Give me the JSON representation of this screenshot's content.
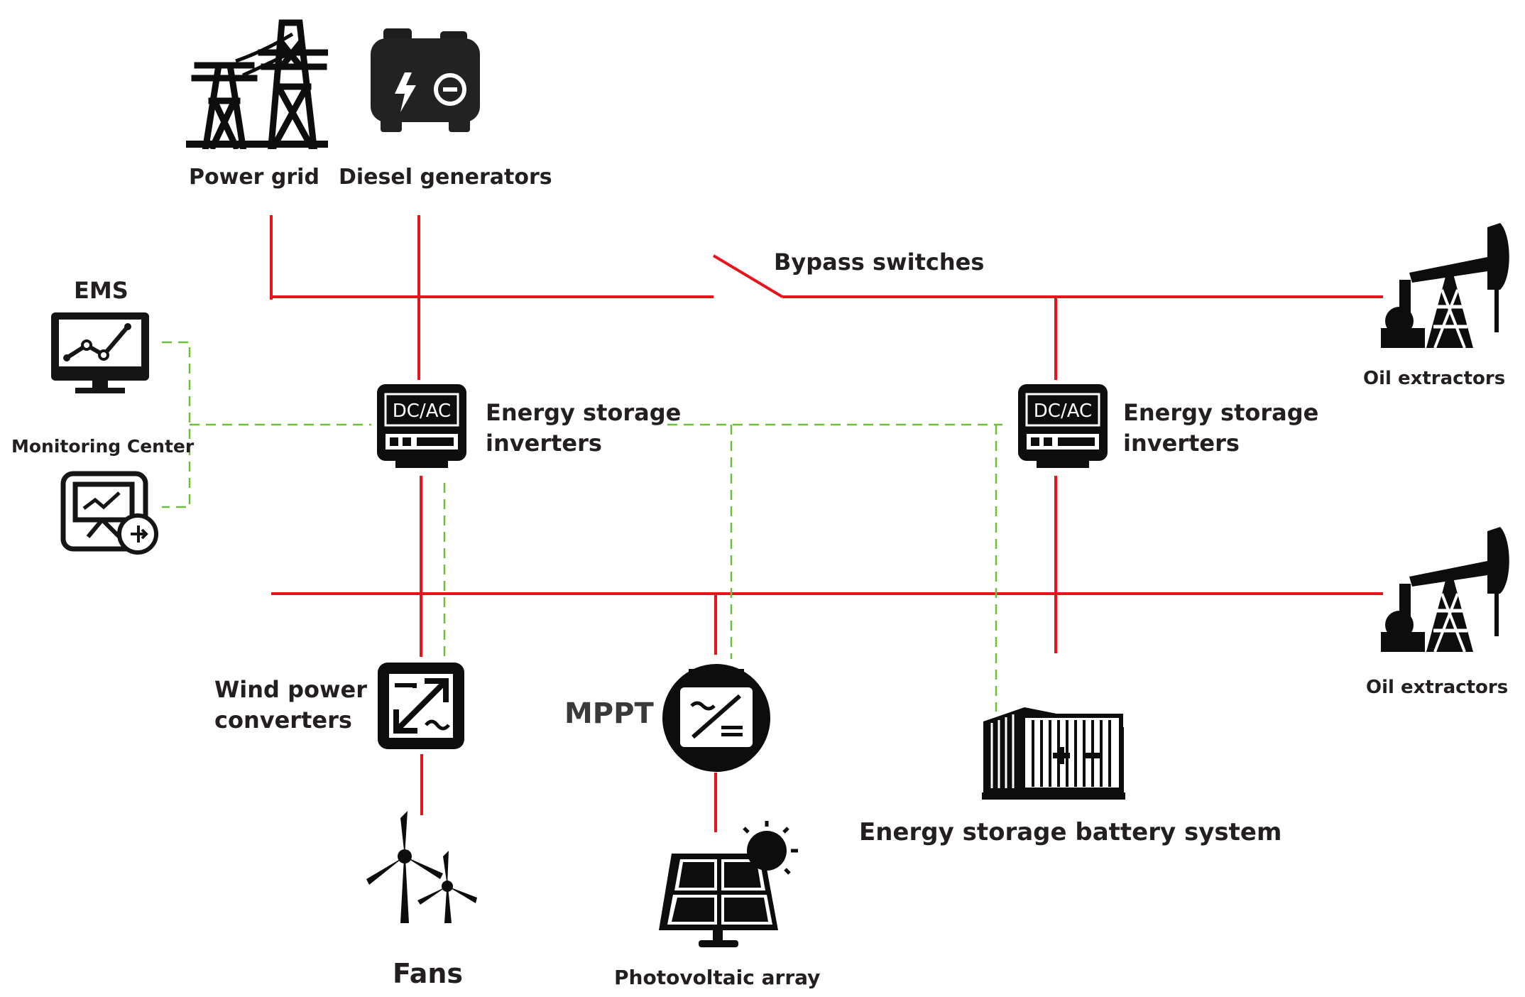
{
  "labels": {
    "power_grid": "Power grid",
    "diesel_generators": "Diesel generators",
    "bypass_switches": "Bypass switches",
    "ems": "EMS",
    "monitoring_center": "Monitoring Center",
    "inverter_left_line1": "Energy storage",
    "inverter_left_line2": "inverters",
    "inverter_right_line1": "Energy storage",
    "inverter_right_line2": "inverters",
    "inverter_display": "DC/AC",
    "oil_extractors_top": "Oil extractors",
    "oil_extractors_bottom": "Oil extractors",
    "wind_converters_line1": "Wind power",
    "wind_converters_line2": "converters",
    "mppt": "MPPT",
    "battery_system": "Energy storage battery system",
    "fans": "Fans",
    "photovoltaic_array": "Photovoltaic array"
  },
  "colors": {
    "power_line": "#e8141c",
    "communication_line": "#6cbf3a",
    "icon": "#0d0d0d",
    "text": "#231f20"
  },
  "icons": [
    "transmission-tower-icon",
    "diesel-generator-icon",
    "monitor-chart-icon",
    "presentation-board-icon",
    "inverter-icon",
    "pumpjack-icon",
    "converter-icon",
    "mppt-icon",
    "battery-container-icon",
    "wind-turbine-icon",
    "solar-panel-icon",
    "sun-icon"
  ]
}
